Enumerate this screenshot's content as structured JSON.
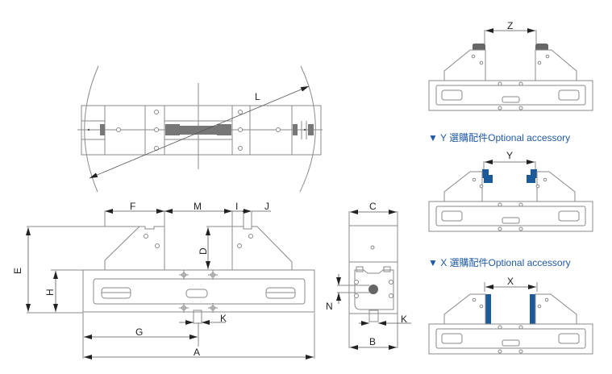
{
  "diagram": {
    "top_view": {
      "labels": {
        "L": "L"
      }
    },
    "front_view": {
      "labels": {
        "A": "A",
        "D": "D",
        "E": "E",
        "F": "F",
        "G": "G",
        "H": "H",
        "I": "I",
        "J": "J",
        "K": "K",
        "M": "M"
      }
    },
    "side_view": {
      "labels": {
        "B": "B",
        "C": "C",
        "K": "K",
        "N": "N"
      }
    },
    "variants": [
      {
        "dimension_label": "Z",
        "caption": ""
      },
      {
        "dimension_label": "Y",
        "caption": "▼ Y 選購配件Optional accessory"
      },
      {
        "dimension_label": "X",
        "caption": "▼ X 選購配件Optional accessory"
      }
    ],
    "colors": {
      "caption": "#1f5aa6",
      "accessory_blue": "#1d5a9a",
      "jaw_dark": "#666666",
      "line": "#8a8a8a"
    }
  }
}
